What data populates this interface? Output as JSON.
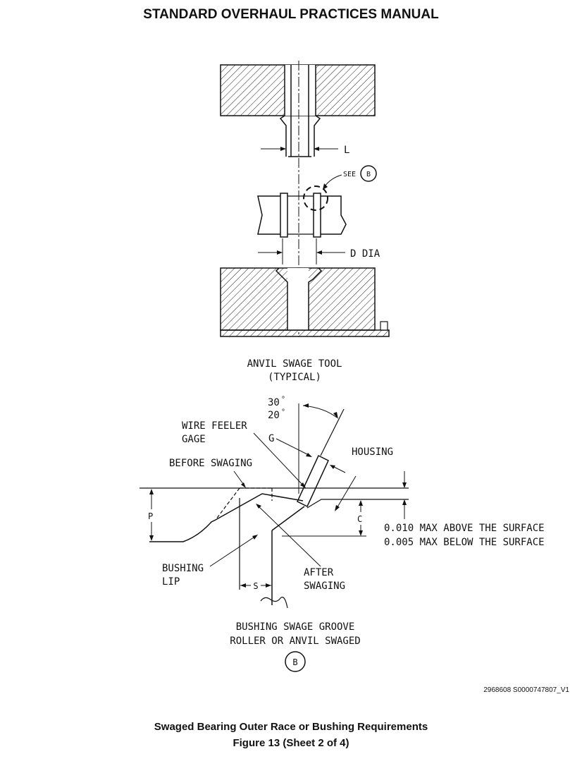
{
  "header": {
    "title": "STANDARD OVERHAUL PRACTICES MANUAL"
  },
  "diagram": {
    "labels": {
      "l": "L",
      "see": "SEE",
      "see_ref": "B",
      "d_dia": "D DIA",
      "anvil_tool_line1": "ANVIL SWAGE TOOL",
      "anvil_tool_line2": "(TYPICAL)",
      "angle_30": "30",
      "angle_20": "20",
      "wire_feeler_line1": "WIRE FEELER",
      "wire_feeler_line2": "GAGE",
      "g": "G",
      "housing": "HOUSING",
      "before_swaging": "BEFORE SWAGING",
      "p": "P",
      "c": "C",
      "max_above": "0.010 MAX ABOVE THE SURFACE",
      "max_below": "0.005 MAX BELOW THE SURFACE",
      "bushing_lip_line1": "BUSHING",
      "bushing_lip_line2": "LIP",
      "after_swaging_line1": "AFTER",
      "after_swaging_line2": "SWAGING",
      "s": "S",
      "groove_line1": "BUSHING SWAGE GROOVE",
      "groove_line2": "ROLLER OR ANVIL SWAGED",
      "detail_ref": "B"
    }
  },
  "figure_id": "2968608 S0000747807_V1",
  "caption": {
    "line1": "Swaged Bearing Outer Race or Bushing Requirements",
    "line2": "Figure 13  (Sheet 2 of 4)"
  }
}
